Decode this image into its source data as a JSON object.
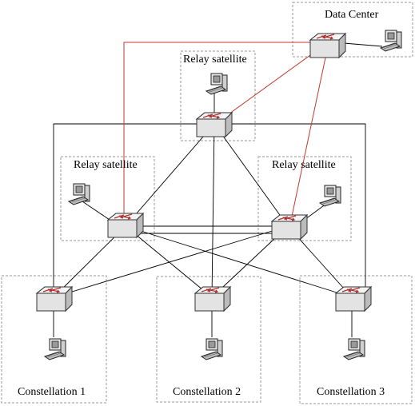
{
  "diagram": {
    "labels": {
      "data_center": "Data Center",
      "relay_top": "Relay satellite",
      "relay_left": "Relay satellite",
      "relay_right": "Relay satellite",
      "constellation_1": "Constellation 1",
      "constellation_2": "Constellation 2",
      "constellation_3": "Constellation 3"
    },
    "colors": {
      "link_black": "#000000",
      "link_red": "#c0392b",
      "box_border": "#9a9a9a",
      "router_body": "#e6e6e6",
      "router_arrow": "#b03030"
    },
    "icons": {
      "router": "router-icon",
      "computer": "computer-icon"
    }
  }
}
